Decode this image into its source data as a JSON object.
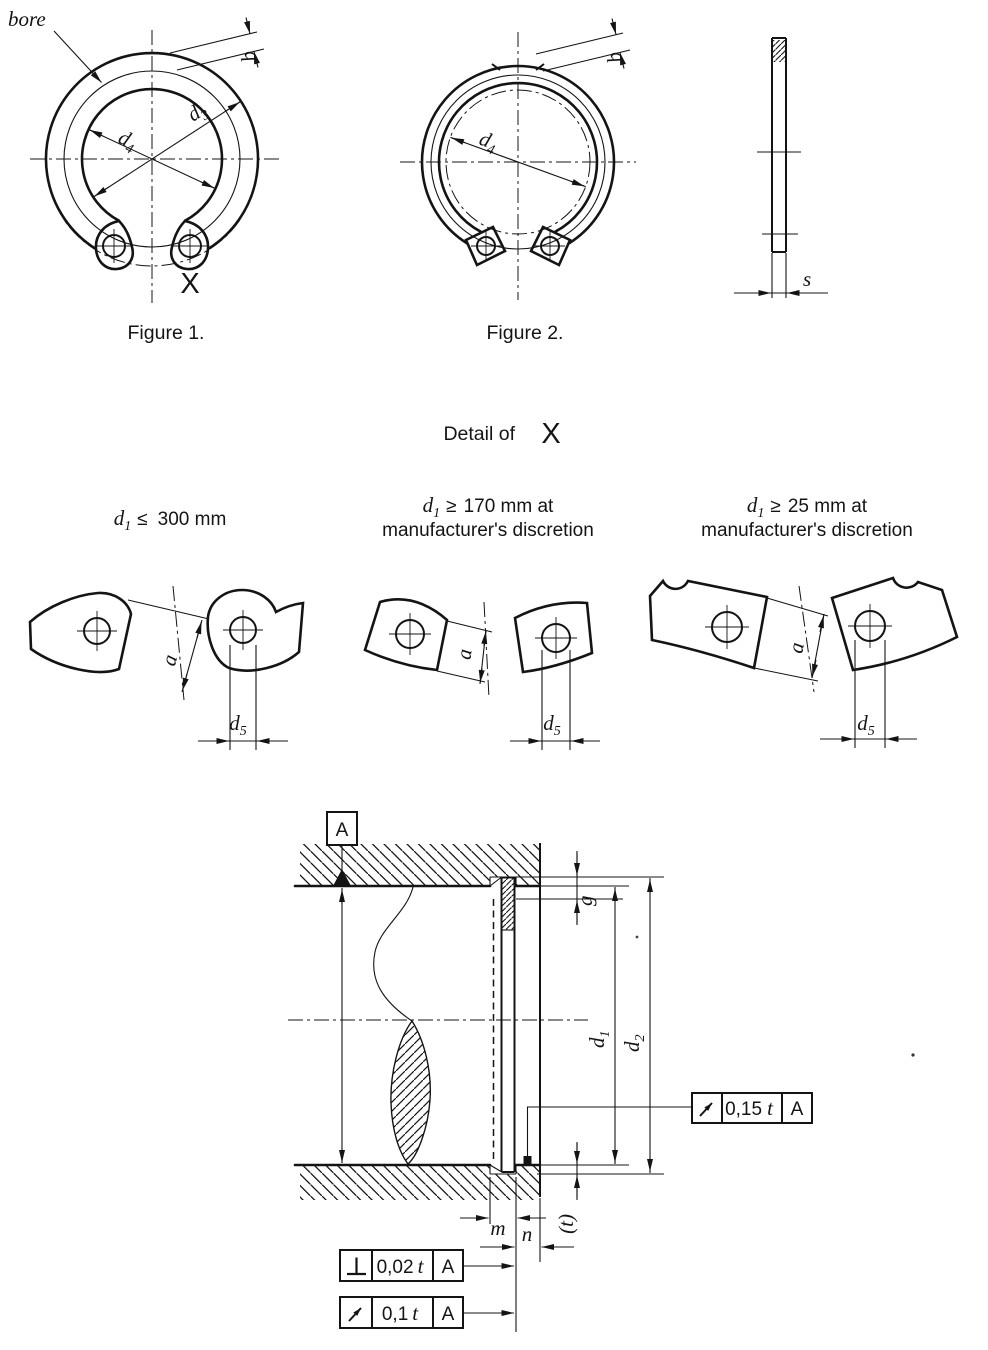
{
  "colors": {
    "ink": "#141414",
    "paper": "#ffffff"
  },
  "figure1": {
    "caption": "Figure 1.",
    "bore_label": "bore",
    "x_marker": "X",
    "dims": {
      "b": "b",
      "d3": {
        "base": "d",
        "sub": "3"
      },
      "d4": {
        "base": "d",
        "sub": "4"
      }
    }
  },
  "figure2": {
    "caption": "Figure 2.",
    "dims": {
      "b": "b",
      "d4": {
        "base": "d",
        "sub": "4"
      }
    }
  },
  "side_view": {
    "dims": {
      "s": "s"
    }
  },
  "detail": {
    "title": "Detail of",
    "marker": "X",
    "variants": [
      {
        "condition": {
          "base": "d",
          "sub": "1",
          "op": "≤",
          "value": "300 mm"
        },
        "line2": "",
        "dims": {
          "a": "a",
          "d5": {
            "base": "d",
            "sub": "5"
          }
        }
      },
      {
        "condition": {
          "base": "d",
          "sub": "1",
          "op": "≥",
          "value": "170 mm at"
        },
        "line2": "manufacturer's discretion",
        "dims": {
          "a": "a",
          "d5": {
            "base": "d",
            "sub": "5"
          }
        }
      },
      {
        "condition": {
          "base": "d",
          "sub": "1",
          "op": "≥",
          "value": "25 mm at"
        },
        "line2": "manufacturer's discretion",
        "dims": {
          "a": "a",
          "d5": {
            "base": "d",
            "sub": "5"
          }
        }
      }
    ]
  },
  "section": {
    "datum": "A",
    "dims": {
      "g": "g",
      "d1": {
        "base": "d",
        "sub": "1"
      },
      "d2": {
        "base": "d",
        "sub": "2"
      },
      "t": "(t)",
      "m": "m",
      "n": "n"
    },
    "tolerances": [
      {
        "symbol": "circular-runout",
        "value": "0,15",
        "ref": "t",
        "datum": "A"
      },
      {
        "symbol": "perpendicularity",
        "value": "0,02",
        "ref": "t",
        "datum": "A"
      },
      {
        "symbol": "circular-runout",
        "value": "0,1",
        "ref": "t",
        "datum": "A"
      }
    ]
  }
}
